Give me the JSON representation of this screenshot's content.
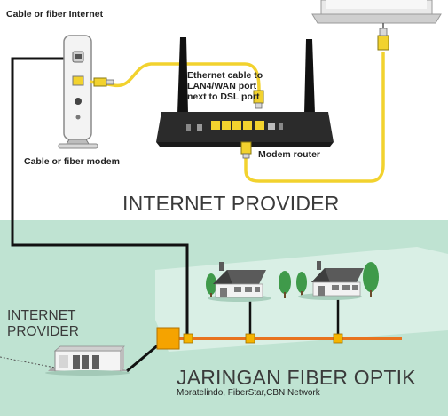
{
  "labels": {
    "cable_fiber_internet": "Cable or fiber Internet",
    "cable_fiber_modem": "Cable or fiber modem",
    "ethernet_note": "Ethernet cable to LAN4/WAN port next to DSL port",
    "modem_router": "Modem router",
    "internet_provider_top": "INTERNET PROVIDER",
    "internet_provider_left": "INTERNET PROVIDER",
    "network_title": "JARINGAN FIBER OPTIK",
    "network_subtitle": "Moratelindo, FiberStar,CBN Network"
  },
  "colors": {
    "ethernet_cable": "#f2d22e",
    "fiber_line": "#e8731f",
    "node": "#f5b400",
    "hub": "#f5a300",
    "ground": "#bfe3d2",
    "band": "#d9efe5",
    "router_body": "#2b2b2b",
    "coax_cable": "#111111"
  },
  "icons": [
    "modem-icon",
    "router-icon",
    "laptop-icon",
    "house-icon",
    "tree-icon",
    "building-icon"
  ]
}
